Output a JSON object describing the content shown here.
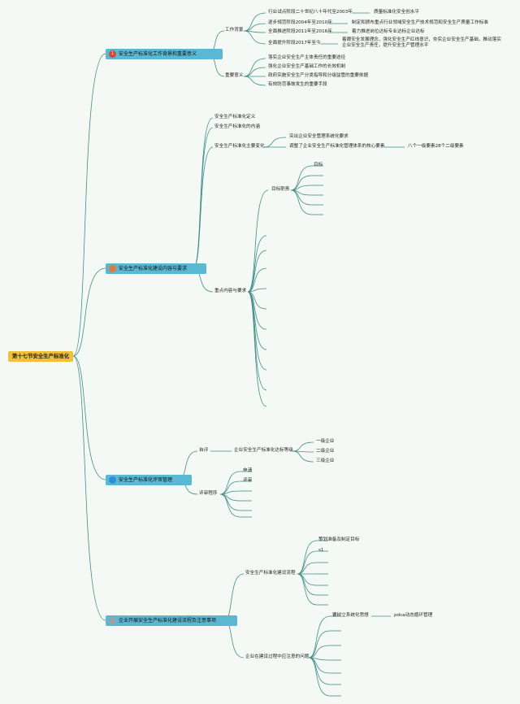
{
  "root": {
    "label": "第十七节安全生产标准化"
  },
  "sections": [
    {
      "label": "安全生产标准化工作背景和重要意义",
      "badge": "1",
      "badge_color": "#d9452e"
    },
    {
      "label": "安全生产标准化建设内容与要求",
      "badge": "",
      "badge_color": "#e07a3a"
    },
    {
      "label": "安全生产标准化评审管理",
      "badge": "",
      "badge_color": "#2d8fd8"
    },
    {
      "label": "企业开展安全生产标准化建设流程及注意事项",
      "badge": "",
      "badge_color": "#9aa0a6"
    }
  ],
  "s1": {
    "background": "工作背景",
    "stages": [
      {
        "name": "行业试点阶段二十世纪八十年代至2003年",
        "result": "质量标准化安全创水平"
      },
      {
        "name": "逐步规范阶段2004年至2010年",
        "result": "制定和颁布重点行业领域安全生产技术规范和安全生产质量工作标准"
      },
      {
        "name": "全面推进阶段2011年至2016年",
        "result": "着力推进岗位达标专业达标企业达标"
      },
      {
        "name": "全面提升阶段2017年至今",
        "result": "着眼安全发展理念，强化安全生产红线意识，夯实企业安全生产基础，推动落实企业安全生产责任，提升安全生产管理水平"
      }
    ],
    "significance": "重要意义",
    "points": [
      "落实企业安全生产主体责任的重要途径",
      "强化企业安全生产基础工作的长效机制",
      "政府实施安全生产分类指导和分级监管的重要依据",
      "有效防范事故发生的重要手段"
    ]
  },
  "s2": {
    "definition": "安全生产标准化定义",
    "connotation": "安全生产标准化的内涵",
    "changes": "安全生产标准化主要变化",
    "change1": "突出企业安全管理系统化要求",
    "change2": "调整了企业安全生产标准化管理体系的核心要素",
    "change2_detail": "八个一级要素28个二级要素",
    "key": "重点内容与要求",
    "goal_group": "目标职责",
    "goal": "目标"
  },
  "s3": {
    "self_review": "自评",
    "grade_node": "企业安全生产标准化达标等级",
    "grades": [
      "一级企业",
      "二级企业",
      "三级企业"
    ],
    "procedure": "评审程序",
    "steps": [
      "申请",
      "评审"
    ]
  },
  "s4": {
    "flow": "安全生产标准化建设流程",
    "flow_items": [
      "策划准备及制定目标",
      "s1"
    ],
    "issues": "企业在建设过程中应注意的问题",
    "idea": "要树立系统化思想",
    "idea_detail": "pdca动态循环管理"
  },
  "colors": {
    "branch": "#3d8f87",
    "root": "#f2c037",
    "section": "#5ab8d2"
  }
}
